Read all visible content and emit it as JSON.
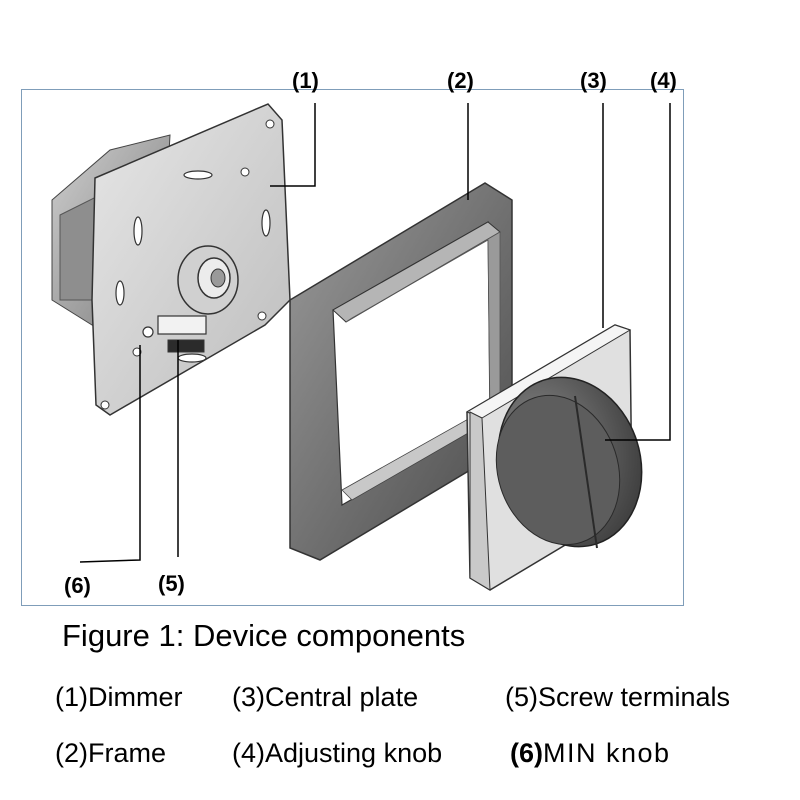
{
  "figure": {
    "callouts": [
      "(1)",
      "(2)",
      "(3)",
      "(4)",
      "(5)",
      "(6)"
    ],
    "caption": "Figure 1: Device components"
  },
  "legend": {
    "item1": "(1)Dimmer",
    "item3": "(3)Central plate",
    "item5": "(5)Screw terminals",
    "item2": "(2)Frame",
    "item4": "(4)Adjusting knob",
    "item6_num": "(6)",
    "item6_text": "MIN knob"
  },
  "colors": {
    "frame_border": "#7f9db9",
    "metal": "#d9d9d9",
    "dark_frame": "#6b6b6b",
    "knob": "#5a5a5a"
  }
}
